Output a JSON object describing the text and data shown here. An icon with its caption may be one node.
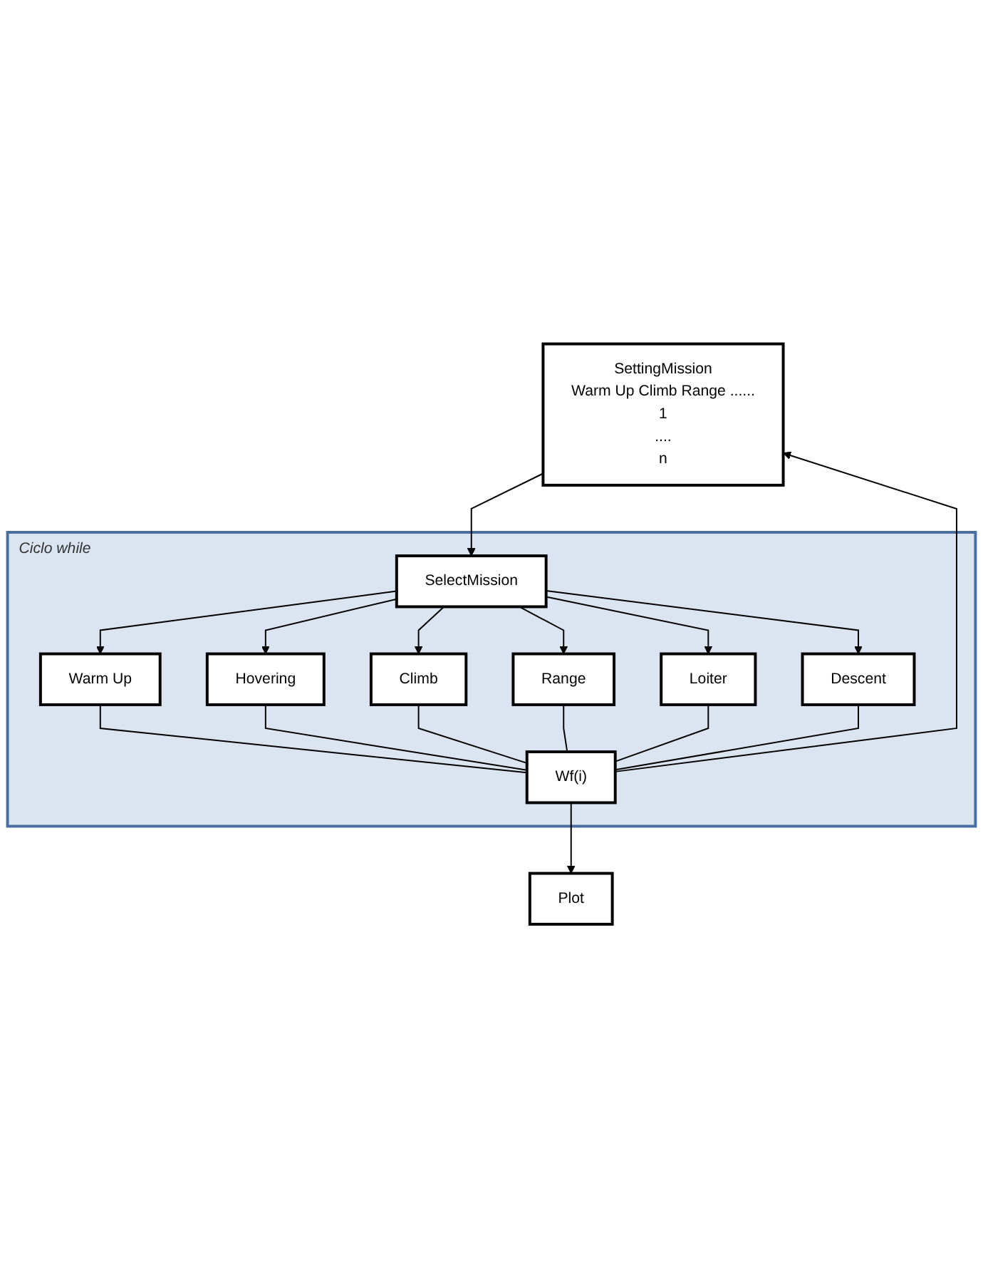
{
  "diagram": {
    "nodes": [
      {
        "text": [
          "SettingMission",
          "Warm Up Climb Range ......",
          "1",
          "....",
          "n"
        ]
      },
      {
        "text": [
          "Ciclo while"
        ]
      },
      {
        "text": [
          "SelectMission"
        ],
        "in": 1
      },
      {
        "text": [
          "Warm Up"
        ],
        "in": 1
      },
      {
        "text": [
          "Hovering"
        ],
        "in": 1
      },
      {
        "text": [
          "Climb"
        ],
        "in": 1
      },
      {
        "text": [
          "Range"
        ],
        "in": 1
      },
      {
        "text": [
          "Loiter"
        ],
        "in": 1
      },
      {
        "text": [
          "Descent"
        ],
        "in": 1
      },
      {
        "text": [
          "Wf(i)"
        ],
        "in": 1
      },
      {
        "text": [
          "Plot"
        ]
      }
    ],
    "edges": [
      {
        "from": 0,
        "to": 2,
        "arrow": "to"
      },
      {
        "from": 2,
        "to": 3,
        "arrow": "to"
      },
      {
        "from": 2,
        "to": 4,
        "arrow": "to"
      },
      {
        "from": 2,
        "to": 5,
        "arrow": "to"
      },
      {
        "from": 2,
        "to": 6,
        "arrow": "to"
      },
      {
        "from": 2,
        "to": 7,
        "arrow": "to"
      },
      {
        "from": 2,
        "to": 8,
        "arrow": "to"
      },
      {
        "from": 3,
        "to": 9,
        "arrow": "none"
      },
      {
        "from": 4,
        "to": 9,
        "arrow": "none"
      },
      {
        "from": 5,
        "to": 9,
        "arrow": "none"
      },
      {
        "from": 6,
        "to": 9,
        "arrow": "none"
      },
      {
        "from": 7,
        "to": 9,
        "arrow": "none"
      },
      {
        "from": 8,
        "to": 9,
        "arrow": "none"
      },
      {
        "from": 9,
        "to": 0,
        "arrow": "to"
      },
      {
        "from": 9,
        "to": 10,
        "arrow": "to"
      }
    ]
  }
}
